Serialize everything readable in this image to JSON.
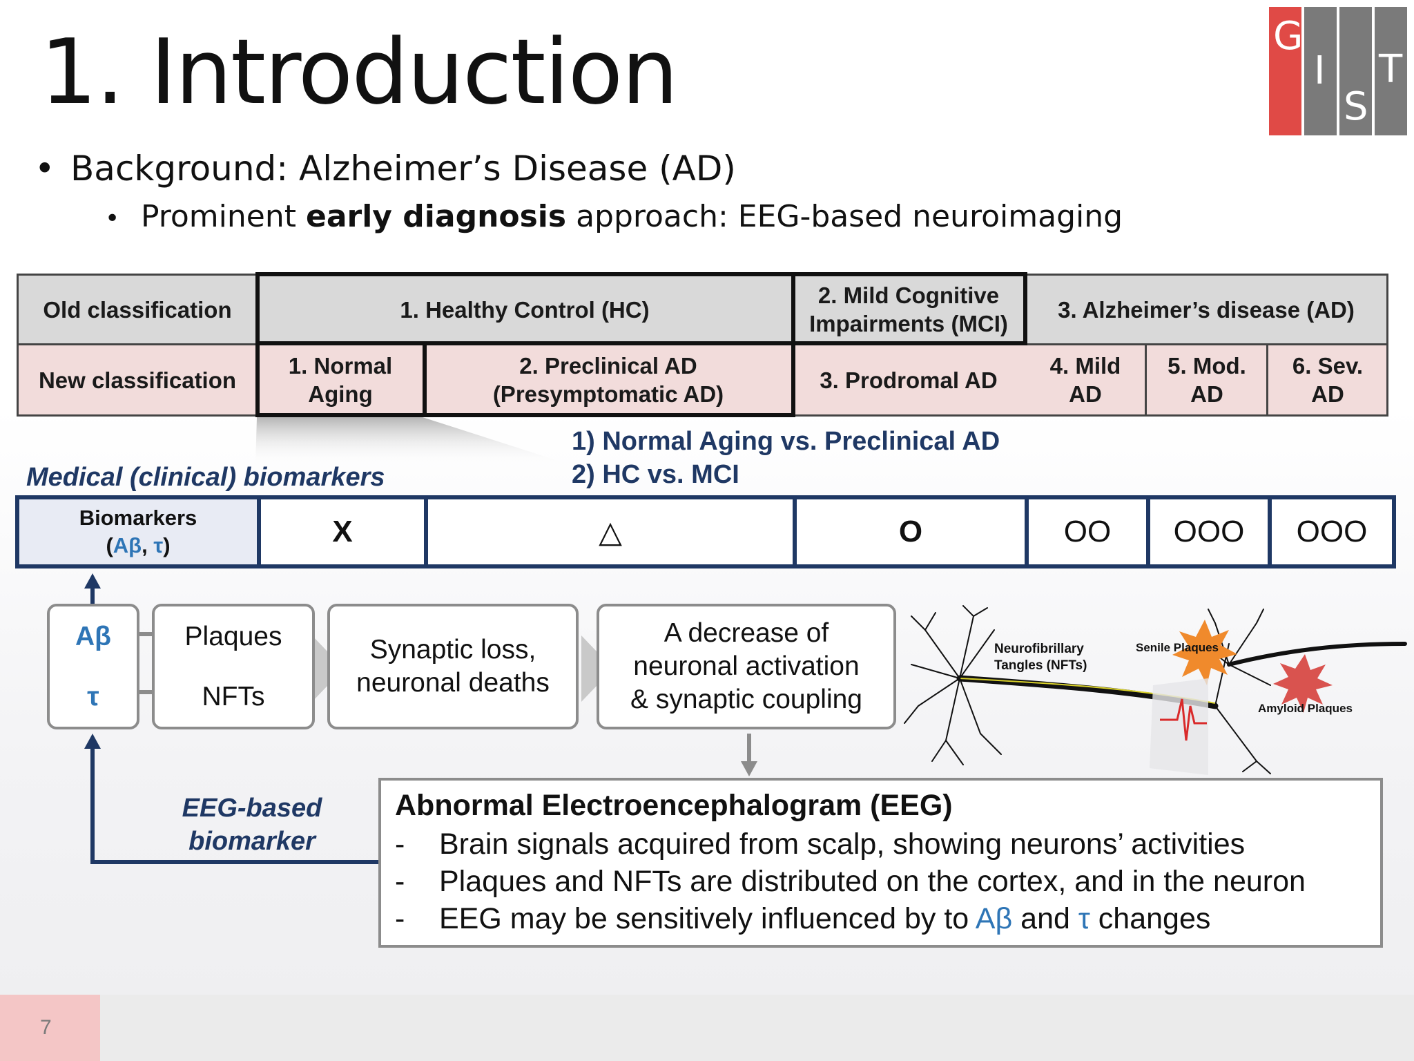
{
  "slide": {
    "title": "1. Introduction",
    "bullet1": "Background: Alzheimer’s Disease (AD)",
    "bullet2_pre": "Prominent ",
    "bullet2_bold": "early diagnosis",
    "bullet2_post": " approach: EEG-based neuroimaging",
    "bullet_dot": "•",
    "page_number": "7"
  },
  "logo": {
    "letters": [
      "G",
      "I",
      "S",
      "T"
    ],
    "colors": [
      "#e04a46",
      "#7a7a7a",
      "#7a7a7a",
      "#7a7a7a"
    ]
  },
  "table": {
    "old_label": "Old classification",
    "old_hc": "1. Healthy Control (HC)",
    "old_mci_1": "2. Mild Cognitive",
    "old_mci_2": "Impairments (MCI)",
    "old_ad": "3. Alzheimer’s disease (AD)",
    "new_label": "New classification",
    "new_1a": "1. Normal",
    "new_1b": "Aging",
    "new_2a": "2. Preclinical AD",
    "new_2b": "(Presymptomatic AD)",
    "new_3": "3. Prodromal AD",
    "new_4a": "4. Mild",
    "new_4b": "AD",
    "new_5a": "5. Mod.",
    "new_5b": "AD",
    "new_6a": "6. Sev.",
    "new_6b": "AD"
  },
  "medical_label": "Medical (clinical) biomarkers",
  "comparisons": [
    "1) Normal Aging vs. Preclinical AD",
    "2) HC vs. MCI"
  ],
  "biomarkers": {
    "label": "Biomarkers",
    "paren_open": "(",
    "ab": "Aβ",
    "comma": ", ",
    "tau": "τ",
    "paren_close": ")",
    "values": [
      "X",
      "△",
      "O",
      "OO",
      "OOO",
      "OOO"
    ]
  },
  "flow": {
    "ab": "Aβ",
    "tau": "τ",
    "plaques": "Plaques",
    "nfts": "NFTs",
    "synaptic_1": "Synaptic loss,",
    "synaptic_2": "neuronal deaths",
    "decrease_1": "A decrease of",
    "decrease_2": "neuronal activation",
    "decrease_3": "& synaptic coupling",
    "eeg_biomarker_1": "EEG-based",
    "eeg_biomarker_2": "biomarker"
  },
  "neuron_labels": {
    "nft_1": "Neurofibrillary",
    "nft_2": "Tangles (NFTs)",
    "senile": "Senile Plaques",
    "amyloid": "Amyloid Plaques"
  },
  "eeg": {
    "title": "Abnormal Electroencephalogram (EEG)",
    "dash": "-",
    "line1": "Brain signals acquired from scalp, showing neurons’ activities",
    "line2": "Plaques and NFTs are distributed on the cortex, and in the neuron",
    "line3_pre": "EEG may be sensitively influenced by to ",
    "line3_ab": "Aβ",
    "line3_mid": " and ",
    "line3_tau": "τ",
    "line3_post": " changes"
  },
  "colors": {
    "navy": "#1f3864",
    "blue": "#2e75b6",
    "gray_cell": "#d9d9d9",
    "pink_cell": "#f2dcdb",
    "logo_red": "#e04a46",
    "logo_gray": "#7a7a7a"
  }
}
